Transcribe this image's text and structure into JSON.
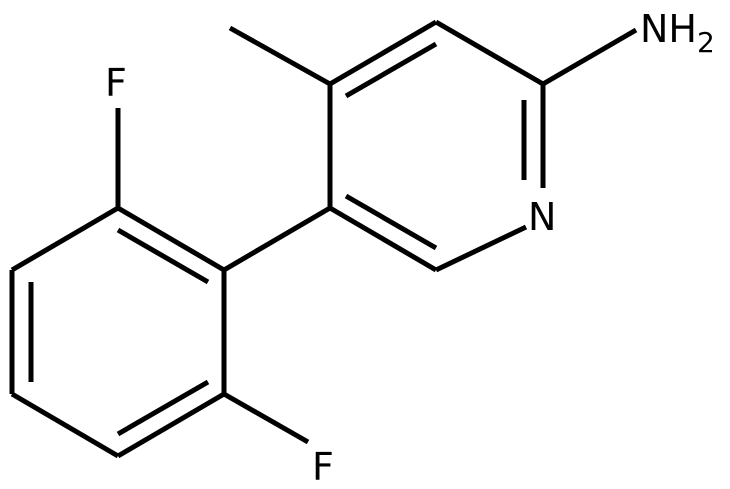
{
  "molecule": {
    "labels": {
      "amine_main": "NH",
      "amine_sub": "2",
      "ring_nitrogen": "N",
      "fluorine_top": "F",
      "fluorine_bottom": "F"
    },
    "colors": {
      "bond": "#000000",
      "text": "#000000",
      "background": "#ffffff"
    }
  }
}
